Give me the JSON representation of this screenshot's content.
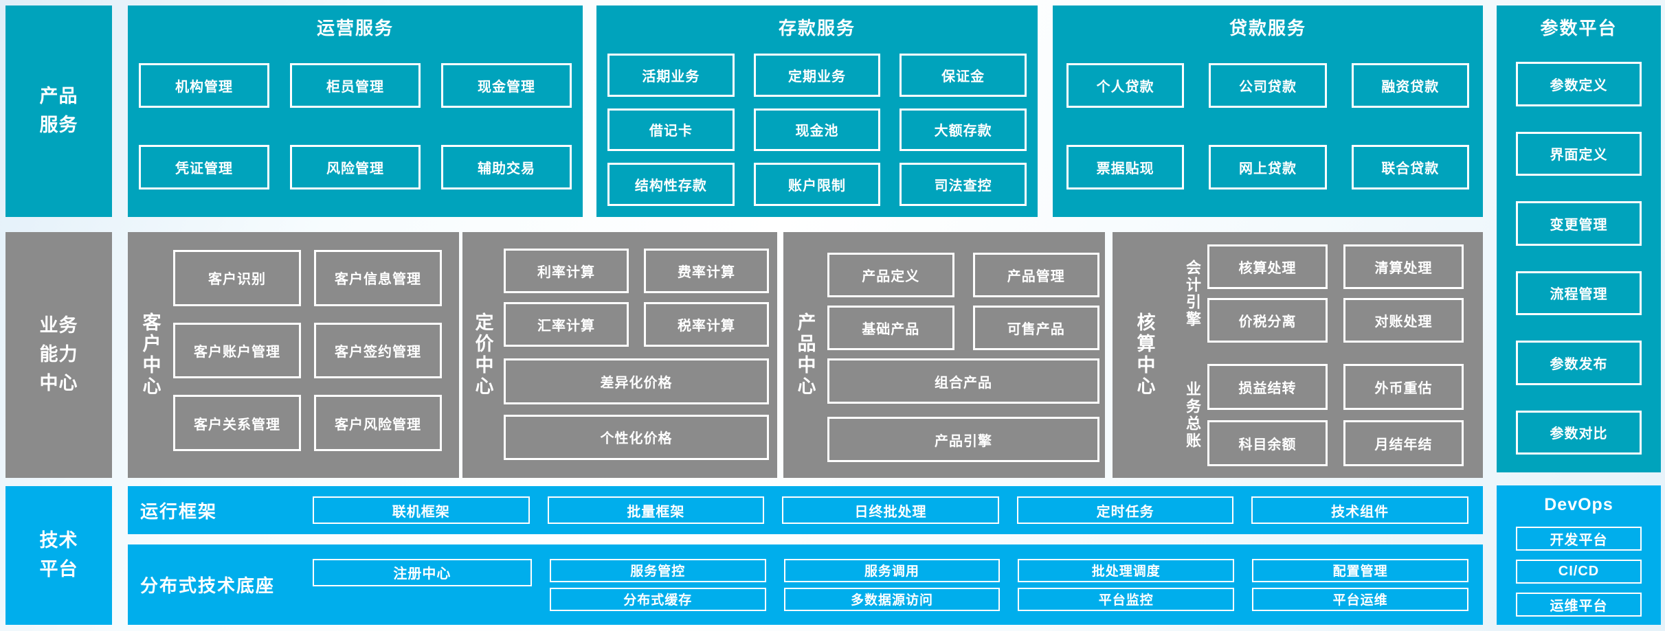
{
  "palette": {
    "teal": "#00a3bc",
    "azure": "#00aeec",
    "gray": "#8b8b8b",
    "box_border": "#ffffff",
    "text": "#ffffff"
  },
  "product_row": {
    "sidebar": "产品服务",
    "operations": {
      "title": "运营服务",
      "items": [
        "机构管理",
        "柜员管理",
        "现金管理",
        "凭证管理",
        "风险管理",
        "辅助交易"
      ]
    },
    "deposit": {
      "title": "存款服务",
      "items": [
        "活期业务",
        "定期业务",
        "保证金",
        "借记卡",
        "现金池",
        "大额存款",
        "结构性存款",
        "账户限制",
        "司法查控"
      ]
    },
    "loan": {
      "title": "贷款服务",
      "items": [
        "个人贷款",
        "公司贷款",
        "融资贷款",
        "票据贴现",
        "网上贷款",
        "联合贷款"
      ]
    }
  },
  "param_platform": {
    "title": "参数平台",
    "items": [
      "参数定义",
      "界面定义",
      "变更管理",
      "流程管理",
      "参数发布",
      "参数对比"
    ]
  },
  "business_row": {
    "sidebar": "业务能力中心",
    "customer": {
      "label": "客户中心",
      "items": [
        "客户识别",
        "客户信息管理",
        "客户账户管理",
        "客户签约管理",
        "客户关系管理",
        "客户风险管理"
      ]
    },
    "pricing": {
      "label": "定价中心",
      "items": [
        "利率计算",
        "费率计算",
        "汇率计算",
        "税率计算"
      ],
      "wide": [
        "差异化价格",
        "个性化价格"
      ]
    },
    "product": {
      "label": "产品中心",
      "items": [
        "产品定义",
        "产品管理",
        "基础产品",
        "可售产品"
      ],
      "wide": [
        "组合产品",
        "产品引擎"
      ]
    },
    "accounting": {
      "label": "核算中心",
      "groups": [
        {
          "label": "会计引擎",
          "items": [
            "核算处理",
            "清算处理",
            "价税分离",
            "对账处理"
          ]
        },
        {
          "label": "业务总账",
          "items": [
            "损益结转",
            "外币重估",
            "科目余额",
            "月结年结"
          ]
        }
      ]
    }
  },
  "tech_row": {
    "sidebar": "技术平台",
    "runtime": {
      "label": "运行框架",
      "items": [
        "联机框架",
        "批量框架",
        "日终批处理",
        "定时任务",
        "技术组件"
      ]
    },
    "distributed": {
      "label": "分布式技术底座",
      "registry": "注册中心",
      "columns": [
        [
          "服务管控",
          "分布式缓存"
        ],
        [
          "服务调用",
          "多数据源访问"
        ],
        [
          "批处理调度",
          "平台监控"
        ],
        [
          "配置管理",
          "平台运维"
        ]
      ]
    },
    "devops": {
      "title": "DevOps",
      "items": [
        "开发平台",
        "CI/CD",
        "运维平台"
      ]
    }
  }
}
